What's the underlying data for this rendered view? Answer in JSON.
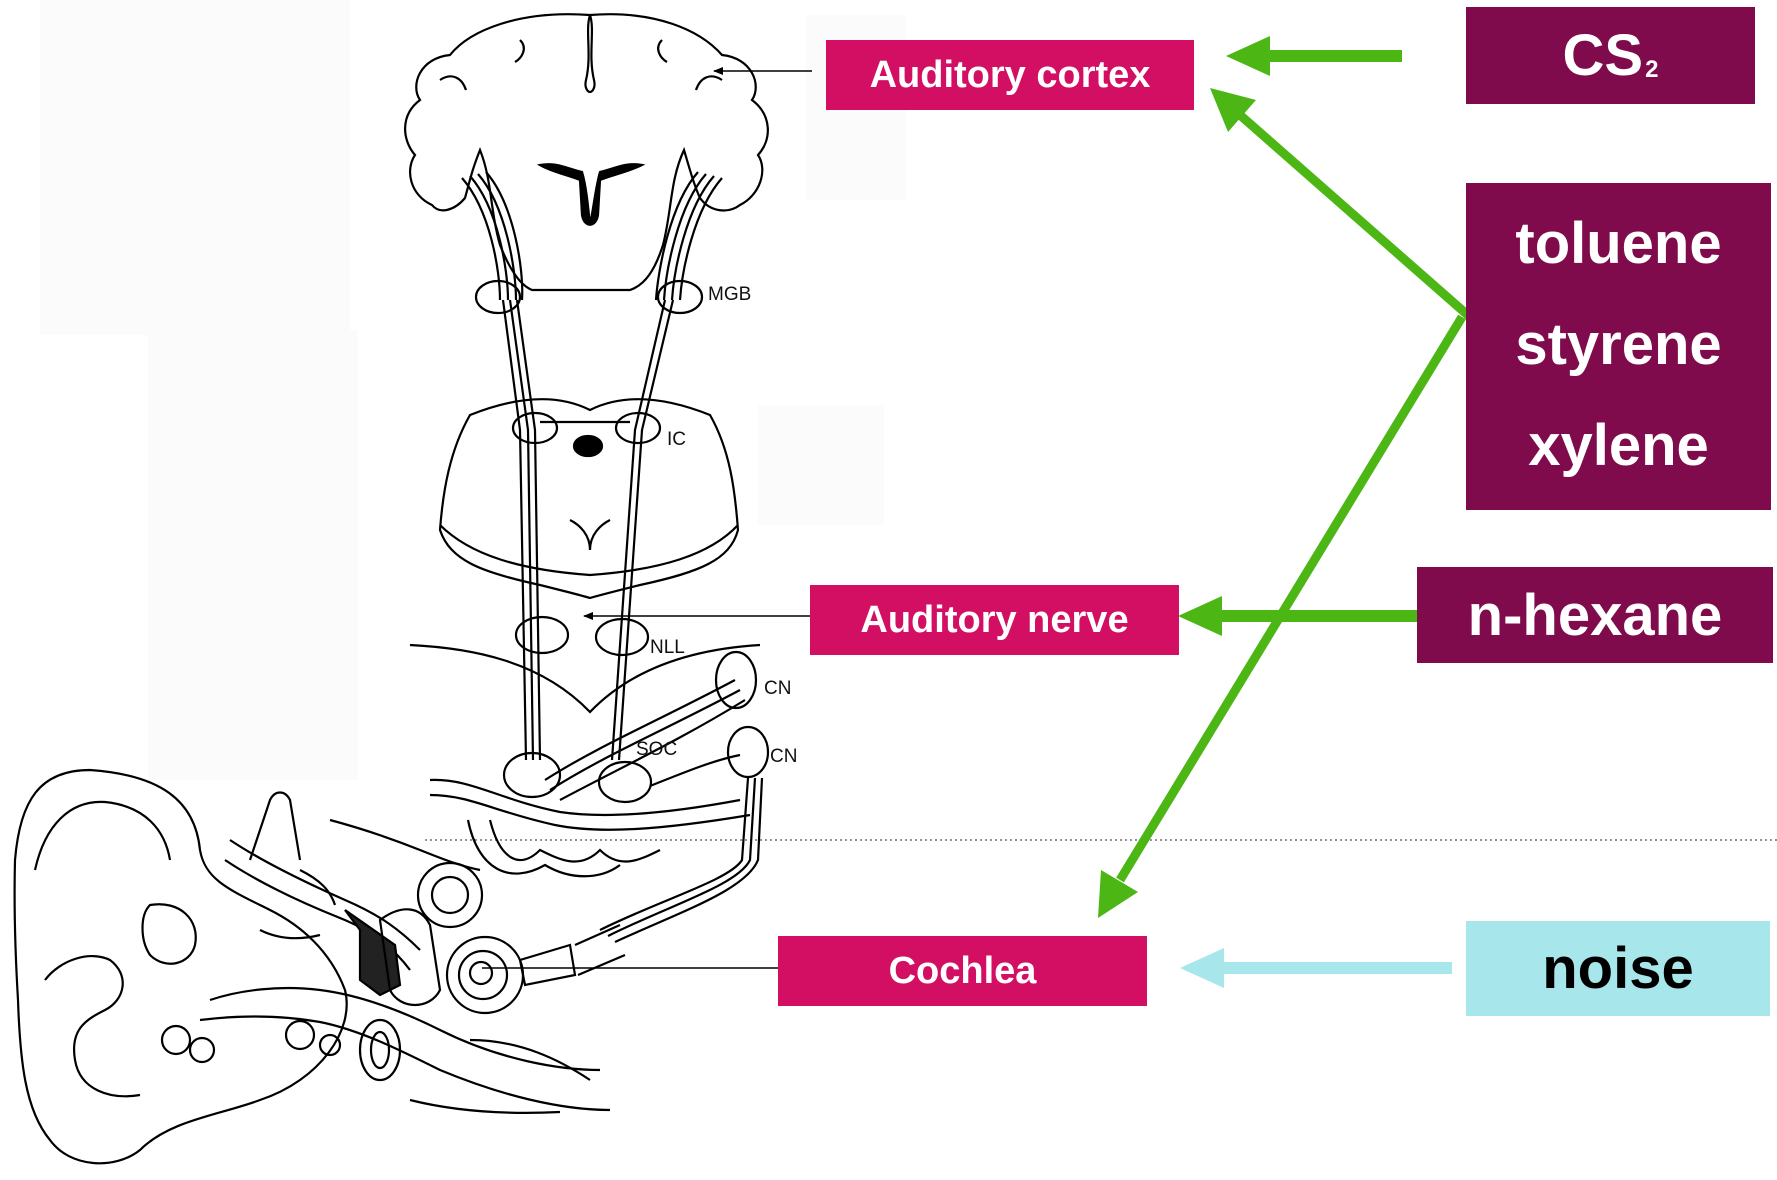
{
  "sites": {
    "cortex": "Auditory cortex",
    "nerve": "Auditory nerve",
    "cochlea": "Cochlea"
  },
  "agents": {
    "cs2_main": "CS",
    "cs2_sub": "2",
    "solvents": [
      "toluene",
      "styrene",
      "xylene"
    ],
    "hexane": "n-hexane",
    "noise": "noise"
  },
  "anatomy_labels": {
    "mgb": "MGB",
    "ic": "IC",
    "nll": "NLL",
    "cn_upper": "CN",
    "cn_lower": "CN",
    "soc": "SOC"
  },
  "colors": {
    "site_box": "#d20f63",
    "agent_box": "#7f0a4c",
    "noise_box": "#a7e6ea",
    "chemical_arrow": "#4cb614",
    "noise_arrow": "#a7e6ea"
  }
}
